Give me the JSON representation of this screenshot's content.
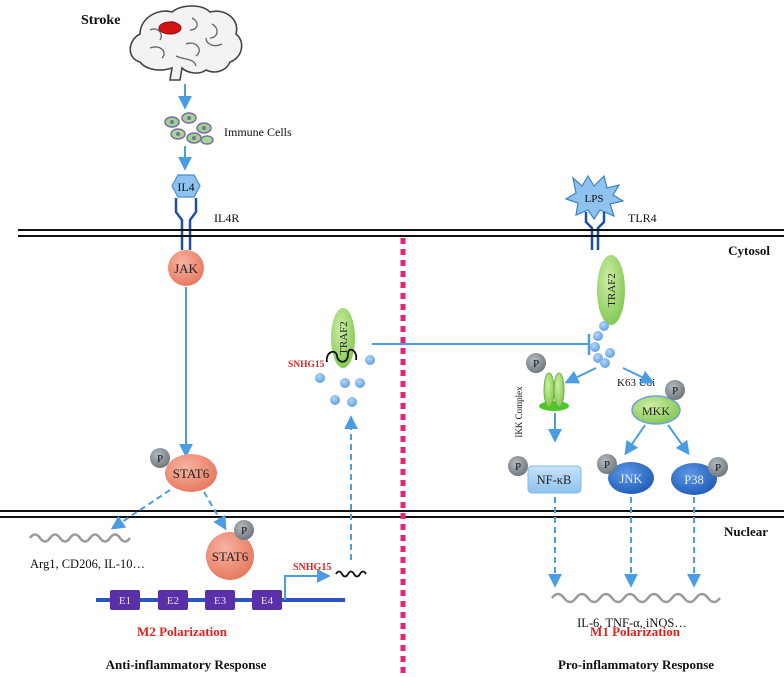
{
  "labels": {
    "stroke": "Stroke",
    "immune_cells": "Immune Cells",
    "il4": "IL4",
    "il4r": "IL4R",
    "lps": "LPS",
    "tlr4": "TLR4",
    "cytosol": "Cytosol",
    "nuclear": "Nuclear",
    "jak": "JAK",
    "stat6": "STAT6",
    "stat6_nuclear": "STAT6",
    "phospho": "P",
    "traf2_left": "TRAF2",
    "traf2_right": "TRAF2",
    "snhg15_cytosol": "SNHG15",
    "snhg15_gene": "SNHG15",
    "k63_ubi": "K63 Ubi",
    "ikk_complex": "IKK Complex",
    "mkk": "MKK",
    "nfkb": "NF-κB",
    "jnk": "JNK",
    "p38": "P38",
    "m2_genes": "Arg1, CD206, IL-10…",
    "m1_genes": "IL-6, TNF-α, iNOS…",
    "exons": [
      "E1",
      "E2",
      "E3",
      "E4"
    ],
    "m2_polarization": "M2 Polarization",
    "m1_polarization": "M1 Polarization",
    "anti_inflammatory": "Anti-inflammatory Response",
    "pro_inflammatory": "Pro-inflammatory Response"
  },
  "colors": {
    "arrow_blue": "#4a9de2",
    "membrane": "#111111",
    "divider_pink": "#e8217a",
    "salmon": "#ef8a72",
    "green": "#9bd46a",
    "light_blue": "#9fcdf0",
    "dark_blue": "#2e6fc8",
    "exon_purple": "#5a2fa8",
    "gray_p": "#808890",
    "label_red": "#e0221e"
  }
}
